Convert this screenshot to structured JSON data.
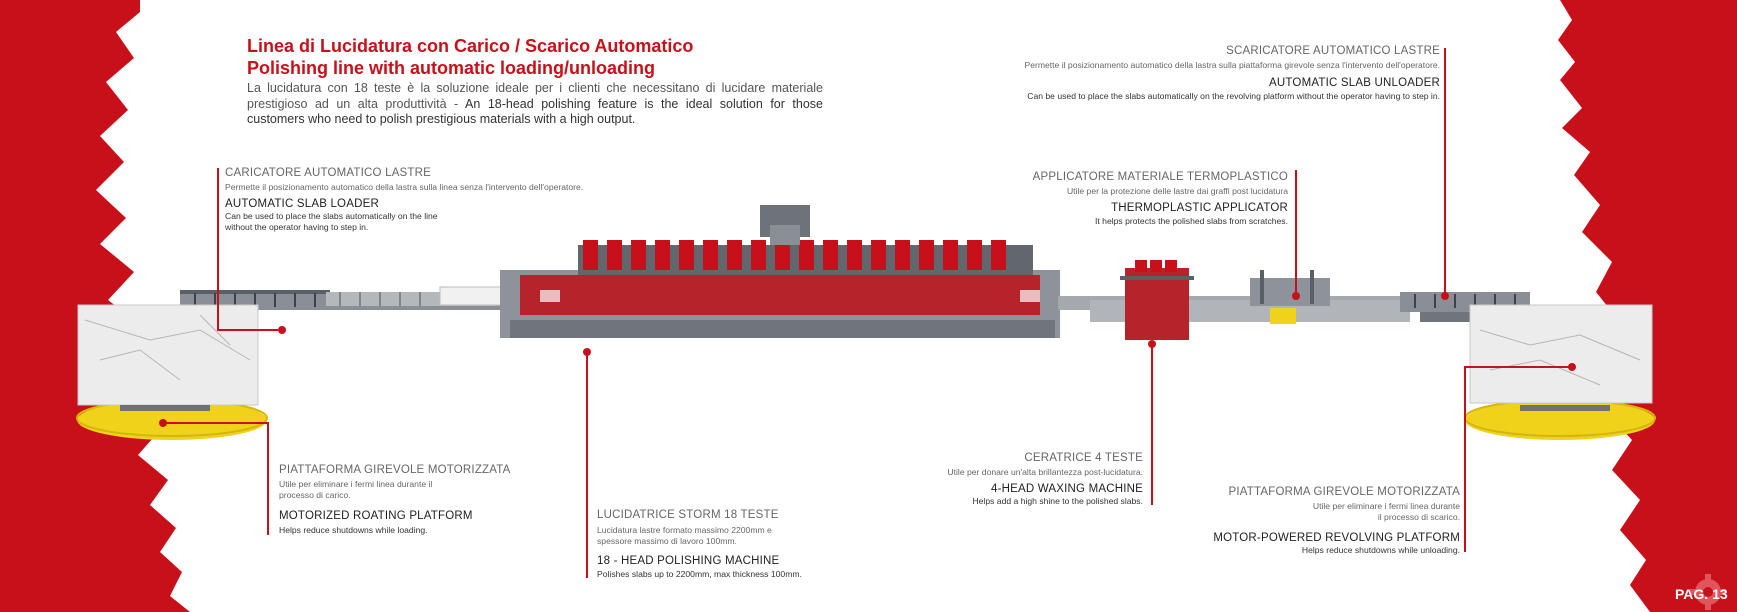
{
  "colors": {
    "brand_red": "#c8101a",
    "accent_yellow": "#f0d21a",
    "page_bg": "#ffffff"
  },
  "header": {
    "title_it": "Linea di Lucidatura con Carico / Scarico Automatico",
    "title_en": "Polishing line with automatic loading/unloading",
    "intro_it": "La lucidatura con 18 teste è la soluzione ideale per i clienti che necessitano di lucidare materiale prestigioso ad un alta produttività - ",
    "intro_en": "An 18-head polishing feature is the ideal solution for those customers who need to polish prestigious materials with a high output."
  },
  "callouts": {
    "loader": {
      "it_label": "CARICATORE AUTOMATICO LASTRE",
      "it_desc": "Permette il posizionamento automatico della lastra sulla linea senza l'intervento dell'operatore.",
      "en_label": "AUTOMATIC SLAB LOADER",
      "en_desc_1": "Can be used to place the slabs automatically on the line",
      "en_desc_2": "without the operator having to step in."
    },
    "unloader": {
      "it_label": "SCARICATORE AUTOMATICO LASTRE",
      "it_desc": "Permette il posizionamento automatico della lastra sulla piattaforma girevole senza l'intervento dell'operatore.",
      "en_label": "AUTOMATIC SLAB UNLOADER",
      "en_desc": "Can be used to place the slabs automatically on the revolving platform without the operator having to step in."
    },
    "thermo": {
      "it_label": "APPLICATORE MATERIALE TERMOPLASTICO",
      "it_desc": "Utile per la protezione delle lastre dai graffi post lucidatura",
      "en_label": "THERMOPLASTIC APPLICATOR",
      "en_desc": "It helps protects the polished slabs from scratches."
    },
    "platform_left": {
      "it_label": "PIATTAFORMA GIREVOLE MOTORIZZATA",
      "it_desc_1": "Utile per eliminare i fermi linea durante il",
      "it_desc_2": "processo di carico.",
      "en_label": "MOTORIZED ROATING PLATFORM",
      "en_desc": "Helps reduce shutdowns while loading."
    },
    "polisher": {
      "it_label": "LUCIDATRICE STORM 18 TESTE",
      "it_desc_1": "Lucidatura lastre formato massimo 2200mm e",
      "it_desc_2": "spessore massimo di lavoro 100mm.",
      "en_label": "18 - HEAD POLISHING MACHINE",
      "en_desc": "Polishes slabs up to 2200mm, max thickness 100mm."
    },
    "waxing": {
      "it_label": "CERATRICE 4 TESTE",
      "it_desc": "Utile per donare un'alta brillantezza post-lucidatura.",
      "en_label": "4-HEAD WAXING MACHINE",
      "en_desc": "Helps add a high shine to the polished slabs."
    },
    "platform_right": {
      "it_label": "PIATTAFORMA GIREVOLE MOTORIZZATA",
      "it_desc_1": "Utile per eliminare i fermi linea durante",
      "it_desc_2": "il processo di scarico.",
      "en_label": "MOTOR-POWERED REVOLVING PLATFORM",
      "en_desc": "Helps reduce shutdowns while unloading."
    }
  },
  "footer": {
    "page_label": "PAG. 13",
    "gear_icon": "gear-icon"
  }
}
